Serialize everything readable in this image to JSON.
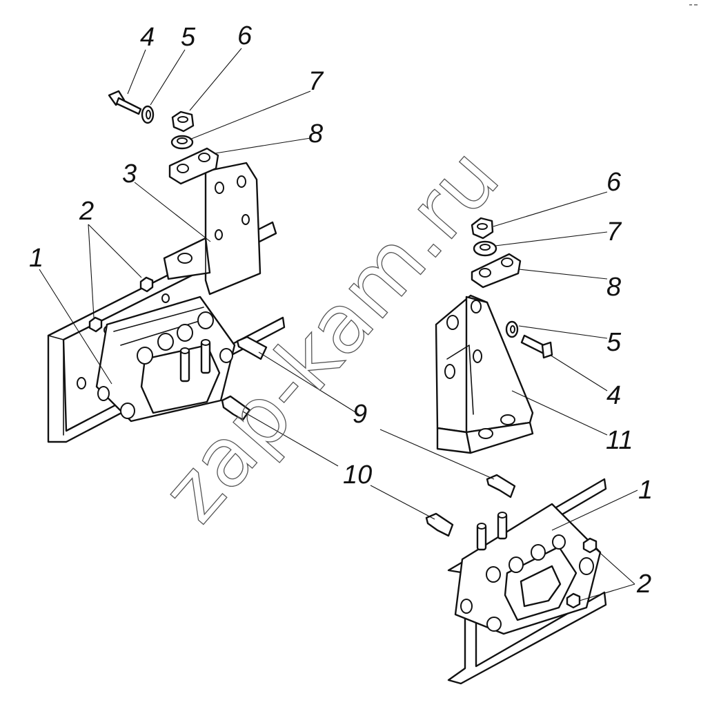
{
  "watermark": "zap-kam.ru",
  "callouts": [
    "4",
    "5",
    "6",
    "7",
    "8",
    "3",
    "2",
    "1",
    "6",
    "7",
    "8",
    "5",
    "4",
    "11",
    "9",
    "10",
    "1",
    "2"
  ],
  "colors": {
    "line": "#111111",
    "watermark": "#555555",
    "background": "#ffffff"
  }
}
